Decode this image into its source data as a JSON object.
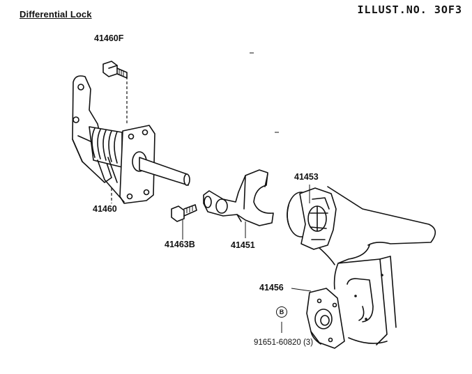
{
  "header": {
    "title": "Differential Lock",
    "illust_no": "ILLUST.NO. 3OF3"
  },
  "parts": {
    "p41460F": "41460F",
    "p41460": "41460",
    "p41463B": "41463B",
    "p41451": "41451",
    "p41453": "41453",
    "p41456": "41456",
    "bolt_marker": "B",
    "bolt_part": "91651-60820 (3)"
  }
}
